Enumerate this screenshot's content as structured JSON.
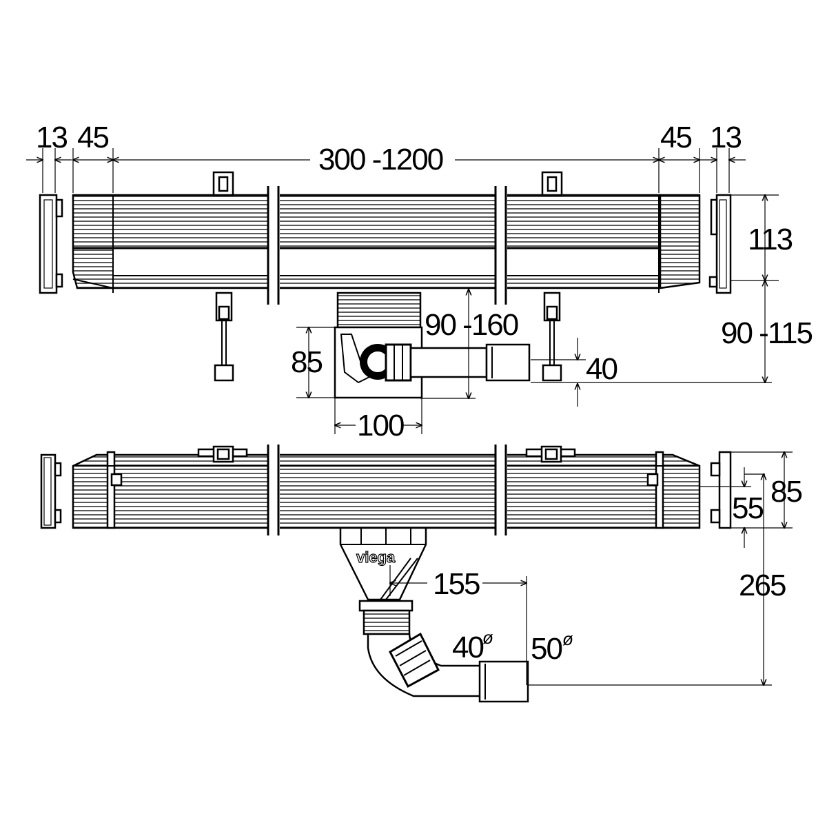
{
  "diagram": {
    "dimensions": {
      "left_cap_width": "13",
      "left_end_width": "45",
      "length_range": "300 -1200",
      "right_end_width": "45",
      "right_cap_width": "13",
      "top_height": "113",
      "adjust_height": "90 -115",
      "outlet_height_range": "90 -160",
      "outlet_offset": "40",
      "trap_height": "85",
      "trap_width": "100",
      "side_height": "85",
      "side_inner": "55",
      "total_depth": "265",
      "elbow_reach": "155",
      "pipe_small": "40",
      "pipe_large": "50",
      "diameter_mark": "ø"
    },
    "brand": "viega"
  }
}
